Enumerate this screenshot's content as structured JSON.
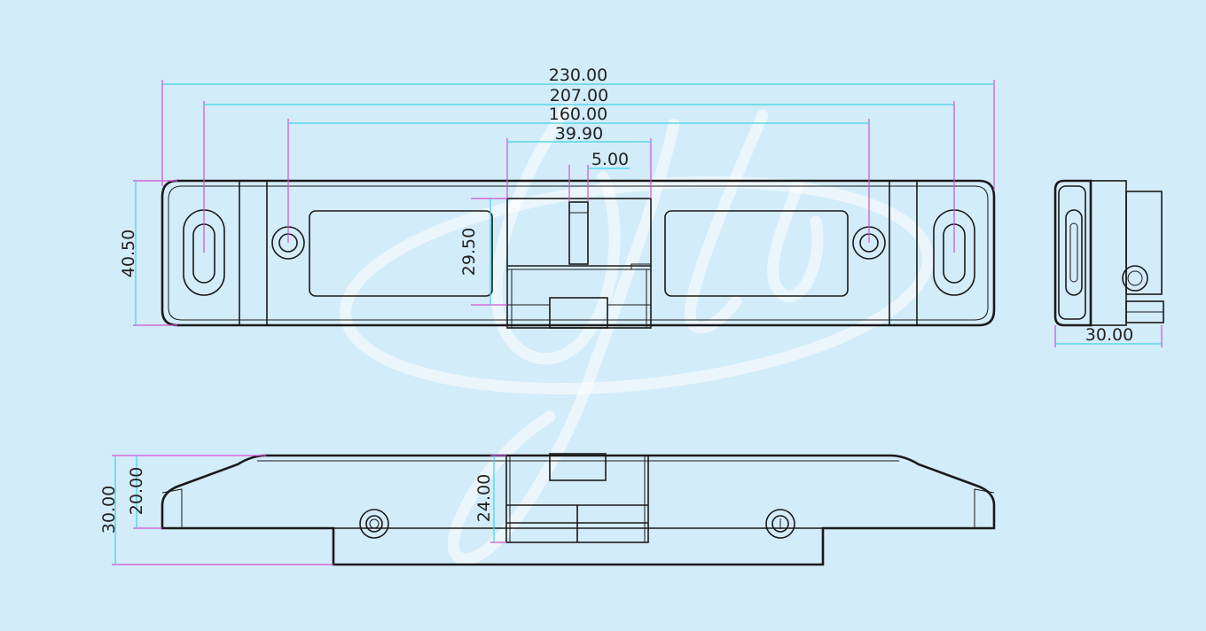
{
  "drawing": {
    "type": "technical-drawing",
    "views": [
      "front",
      "side",
      "bottom"
    ],
    "colors": {
      "background": "#d3ecf9",
      "outline": "#1a1a1a",
      "dimension_line": "#3ed3e6",
      "extension_line": "#d24fd4",
      "watermark": "#ffffff"
    },
    "watermark_icon": "script-logo-watermark"
  },
  "dimensions": {
    "overall_length": "230.00",
    "slot_spacing": "207.00",
    "hole_spacing": "160.00",
    "hinge_width": "39.90",
    "center_tab_width": "5.00",
    "body_height": "40.50",
    "hinge_height": "29.50",
    "side_depth": "30.00",
    "total_thickness": "30.00",
    "plate_thickness": "20.00",
    "hinge_thickness": "24.00"
  }
}
